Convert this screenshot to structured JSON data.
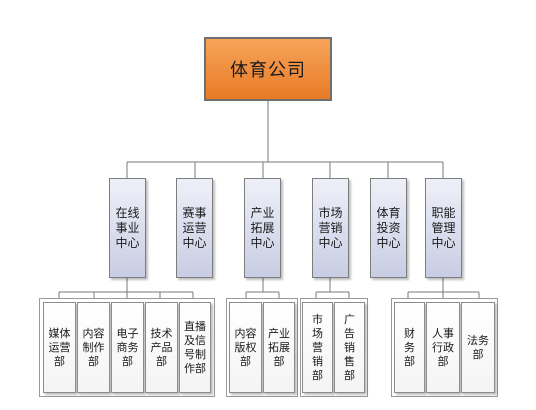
{
  "root": {
    "label": "体育公司"
  },
  "centers": [
    {
      "label": "在线事业中心"
    },
    {
      "label": "赛事运营中心"
    },
    {
      "label": "产业拓展中心"
    },
    {
      "label": "市场营销中心"
    },
    {
      "label": "体育投资中心"
    },
    {
      "label": "职能管理中心"
    }
  ],
  "departments": [
    {
      "label": "媒体运营部"
    },
    {
      "label": "内容制作部"
    },
    {
      "label": "电子商务部"
    },
    {
      "label": "技术产品部"
    },
    {
      "label": "直播及信号制作部"
    },
    {
      "label": "内容版权部"
    },
    {
      "label": "产业拓展部"
    },
    {
      "label": "市场营销部"
    },
    {
      "label": "广告销售部"
    },
    {
      "label": "财务部"
    },
    {
      "label": "人事行政部"
    },
    {
      "label": "法务部"
    }
  ]
}
